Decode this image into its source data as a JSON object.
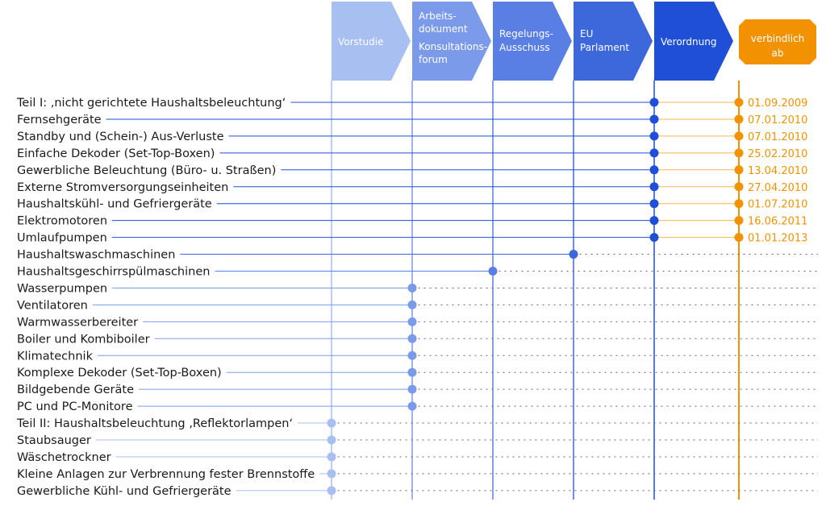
{
  "stages": [
    {
      "id": "vorstudie",
      "lines": [
        "Vorstudie"
      ],
      "color": "#a8bff2"
    },
    {
      "id": "arbeitsdokument",
      "lines": [
        "Arbeits-",
        "dokument",
        "Konsultations-",
        "forum"
      ],
      "color": "#7b9bea"
    },
    {
      "id": "regelungsausschuss",
      "lines": [
        "Regelungs-",
        "Ausschuss"
      ],
      "color": "#5a7fe4"
    },
    {
      "id": "eu-parlament",
      "lines": [
        "EU",
        "Parlament"
      ],
      "color": "#3d68dc"
    },
    {
      "id": "verordnung",
      "lines": [
        "Verordnung"
      ],
      "color": "#1f4fd6"
    },
    {
      "id": "verbindlich-ab",
      "lines": [
        "verbindlich",
        "ab"
      ],
      "color": "#f39200"
    }
  ],
  "rows": [
    {
      "label": "Teil I: ‚nicht gerichtete Haushaltsbeleuchtung‘",
      "stage": 4,
      "date": "01.09.2009"
    },
    {
      "label": "Fernsehgeräte",
      "stage": 4,
      "date": "07.01.2010"
    },
    {
      "label": "Standby und (Schein-) Aus-Verluste",
      "stage": 4,
      "date": "07.01.2010"
    },
    {
      "label": "Einfache Dekoder (Set-Top-Boxen)",
      "stage": 4,
      "date": "25.02.2010"
    },
    {
      "label": "Gewerbliche Beleuchtung (Büro- u. Straßen)",
      "stage": 4,
      "date": "13.04.2010"
    },
    {
      "label": "Externe Stromversorgungseinheiten",
      "stage": 4,
      "date": "27.04.2010"
    },
    {
      "label": "Haushaltskühl- und Gefriergeräte",
      "stage": 4,
      "date": "01.07.2010"
    },
    {
      "label": "Elektromotoren",
      "stage": 4,
      "date": "16.06.2011"
    },
    {
      "label": "Umlaufpumpen",
      "stage": 4,
      "date": "01.01.2013"
    },
    {
      "label": "Haushaltswaschmaschinen",
      "stage": 3,
      "date": ""
    },
    {
      "label": "Haushaltsgeschirrspülmaschinen",
      "stage": 2,
      "date": ""
    },
    {
      "label": "Wasserpumpen",
      "stage": 1,
      "date": ""
    },
    {
      "label": "Ventilatoren",
      "stage": 1,
      "date": ""
    },
    {
      "label": "Warmwasserbereiter",
      "stage": 1,
      "date": ""
    },
    {
      "label": "Boiler und Kombiboiler",
      "stage": 1,
      "date": ""
    },
    {
      "label": "Klimatechnik",
      "stage": 1,
      "date": ""
    },
    {
      "label": "Komplexe Dekoder (Set-Top-Boxen)",
      "stage": 1,
      "date": ""
    },
    {
      "label": "Bildgebende Geräte",
      "stage": 1,
      "date": ""
    },
    {
      "label": "PC und PC-Monitore",
      "stage": 1,
      "date": ""
    },
    {
      "label": "Teil II: Haushaltsbeleuchtung ‚Reflektorlampen‘",
      "stage": 0,
      "date": ""
    },
    {
      "label": "Staubsauger",
      "stage": 0,
      "date": ""
    },
    {
      "label": "Wäschetrockner",
      "stage": 0,
      "date": ""
    },
    {
      "label": "Kleine Anlagen zur Verbrennung fester Brennstoffe",
      "stage": 0,
      "date": ""
    },
    {
      "label": "Gewerbliche Kühl- und Gefriergeräte",
      "stage": 0,
      "date": ""
    }
  ]
}
